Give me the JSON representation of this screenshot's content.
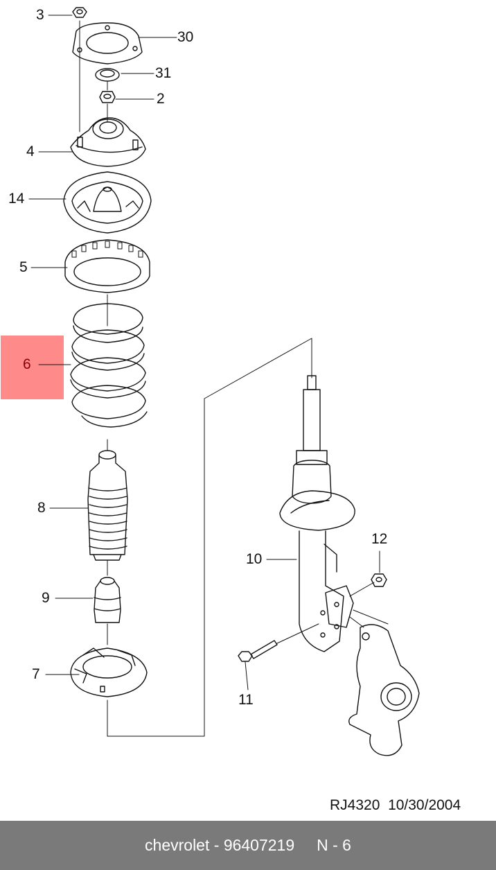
{
  "highlight_color": "#ff8a8a",
  "footer_color": "#7a7a7a",
  "callouts": [
    {
      "id": "3",
      "label": "3"
    },
    {
      "id": "30",
      "label": "30"
    },
    {
      "id": "31",
      "label": "31"
    },
    {
      "id": "2",
      "label": "2"
    },
    {
      "id": "4",
      "label": "4"
    },
    {
      "id": "14",
      "label": "14"
    },
    {
      "id": "5",
      "label": "5"
    },
    {
      "id": "6",
      "label": "6"
    },
    {
      "id": "8",
      "label": "8"
    },
    {
      "id": "9",
      "label": "9"
    },
    {
      "id": "7",
      "label": "7"
    },
    {
      "id": "10",
      "label": "10"
    },
    {
      "id": "12",
      "label": "12"
    },
    {
      "id": "11",
      "label": "11"
    }
  ],
  "highlighted_part": "6",
  "drawing": {
    "code": "RJ4320",
    "date": "10/30/2004"
  },
  "footer": {
    "brand": "chevrolet",
    "part_number": "96407219",
    "page": "N - 6"
  }
}
